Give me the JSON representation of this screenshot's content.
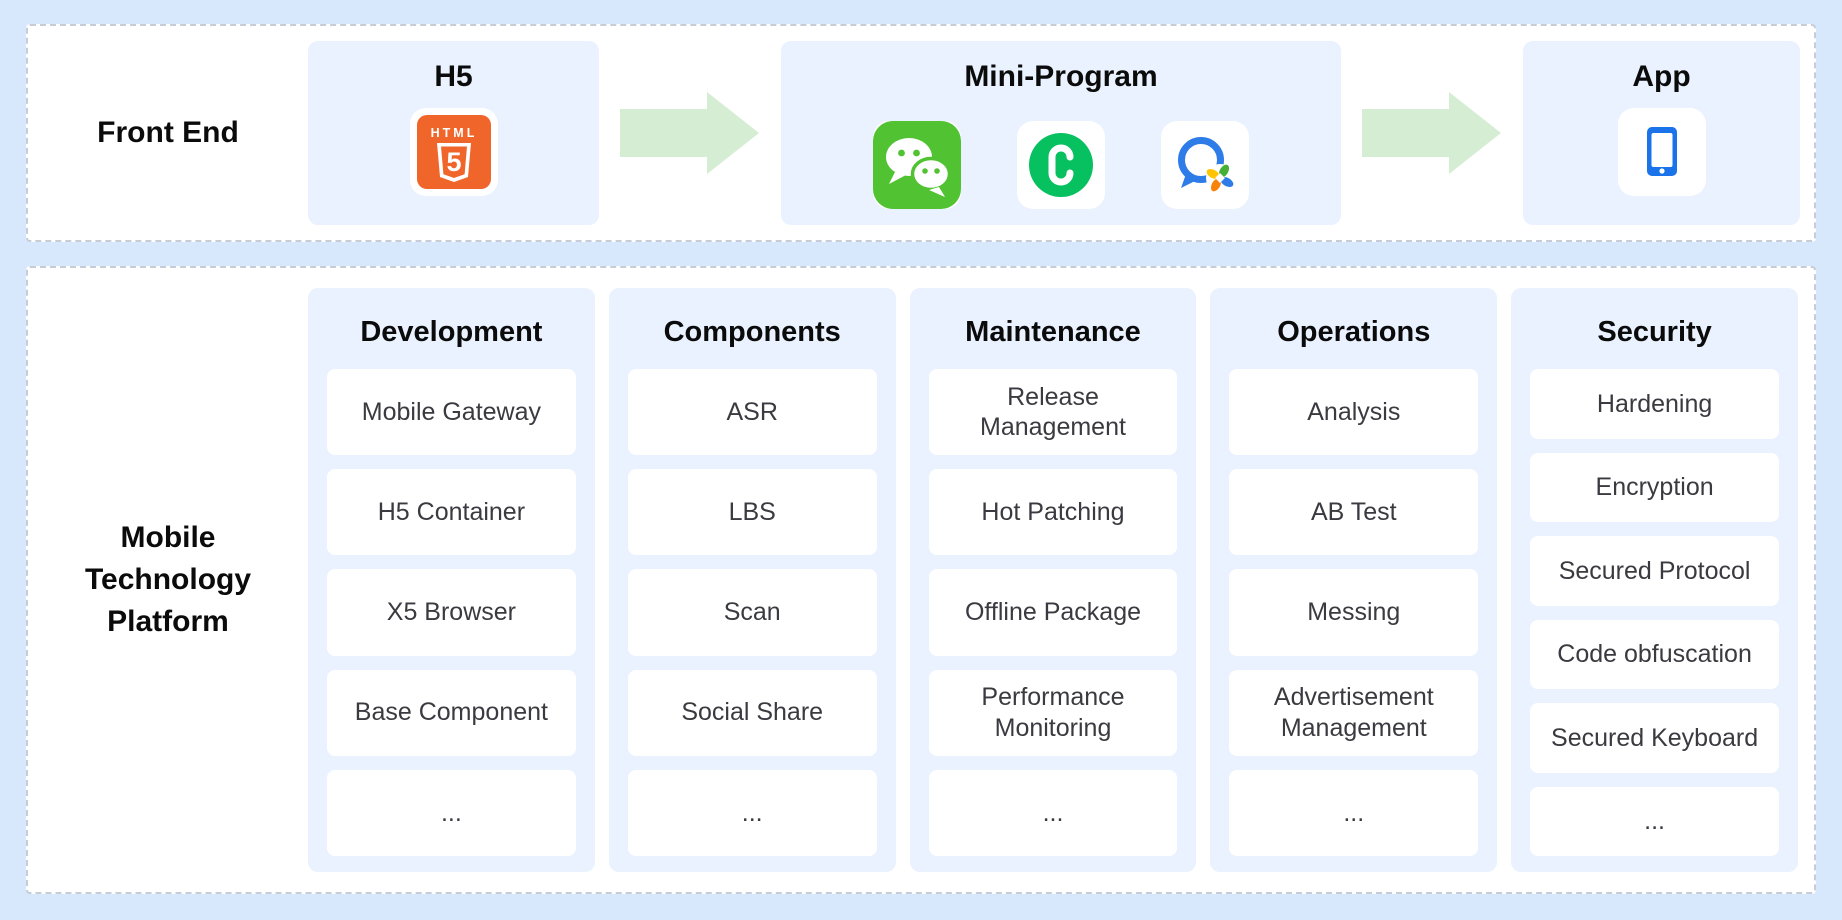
{
  "front_end_row": {
    "label": "Front End",
    "h5": {
      "title": "H5",
      "icon": "html5-icon",
      "icon_text": {
        "top": "HTML",
        "number": "5"
      }
    },
    "mini_program": {
      "title": "Mini-Program",
      "icons": [
        "wechat-icon",
        "wechat-miniprogram-icon",
        "wecom-icon"
      ]
    },
    "app": {
      "title": "App",
      "icon": "mobile-app-icon"
    }
  },
  "platform_row": {
    "label": "Mobile\nTechnology\nPlatform",
    "columns": [
      {
        "title": "Development",
        "items": [
          "Mobile Gateway",
          "H5 Container",
          "X5 Browser",
          "Base Component",
          "..."
        ]
      },
      {
        "title": "Components",
        "items": [
          "ASR",
          "LBS",
          "Scan",
          "Social Share",
          "..."
        ]
      },
      {
        "title": "Maintenance",
        "items": [
          "Release Management",
          "Hot Patching",
          "Offline Package",
          "Performance Monitoring",
          "..."
        ]
      },
      {
        "title": "Operations",
        "items": [
          "Analysis",
          "AB Test",
          "Messing",
          "Advertisement Management",
          "..."
        ]
      },
      {
        "title": "Security",
        "items": [
          "Hardening",
          "Encryption",
          "Secured Protocol",
          "Code obfuscation",
          "Secured Keyboard",
          "..."
        ]
      }
    ]
  },
  "colors": {
    "page_background": "#d8e8fc",
    "panel_background": "#ffffff",
    "panel_border": "#c7cdd6",
    "card_background": "#e9f2fe",
    "item_background": "#ffffff",
    "heading_text": "#0b0b0c",
    "item_text": "#3a3a40",
    "arrow_green": "#d5eed3",
    "html5_orange": "#f0652a",
    "wechat_green": "#51c332",
    "miniprogram_green": "#07c160",
    "wecom_blue": "#2d7ce7",
    "wecom_petal_green": "#45b035",
    "wecom_petal_yellow": "#ffc502",
    "wecom_petal_orange": "#f7830d",
    "app_blue": "#1a73e8"
  }
}
